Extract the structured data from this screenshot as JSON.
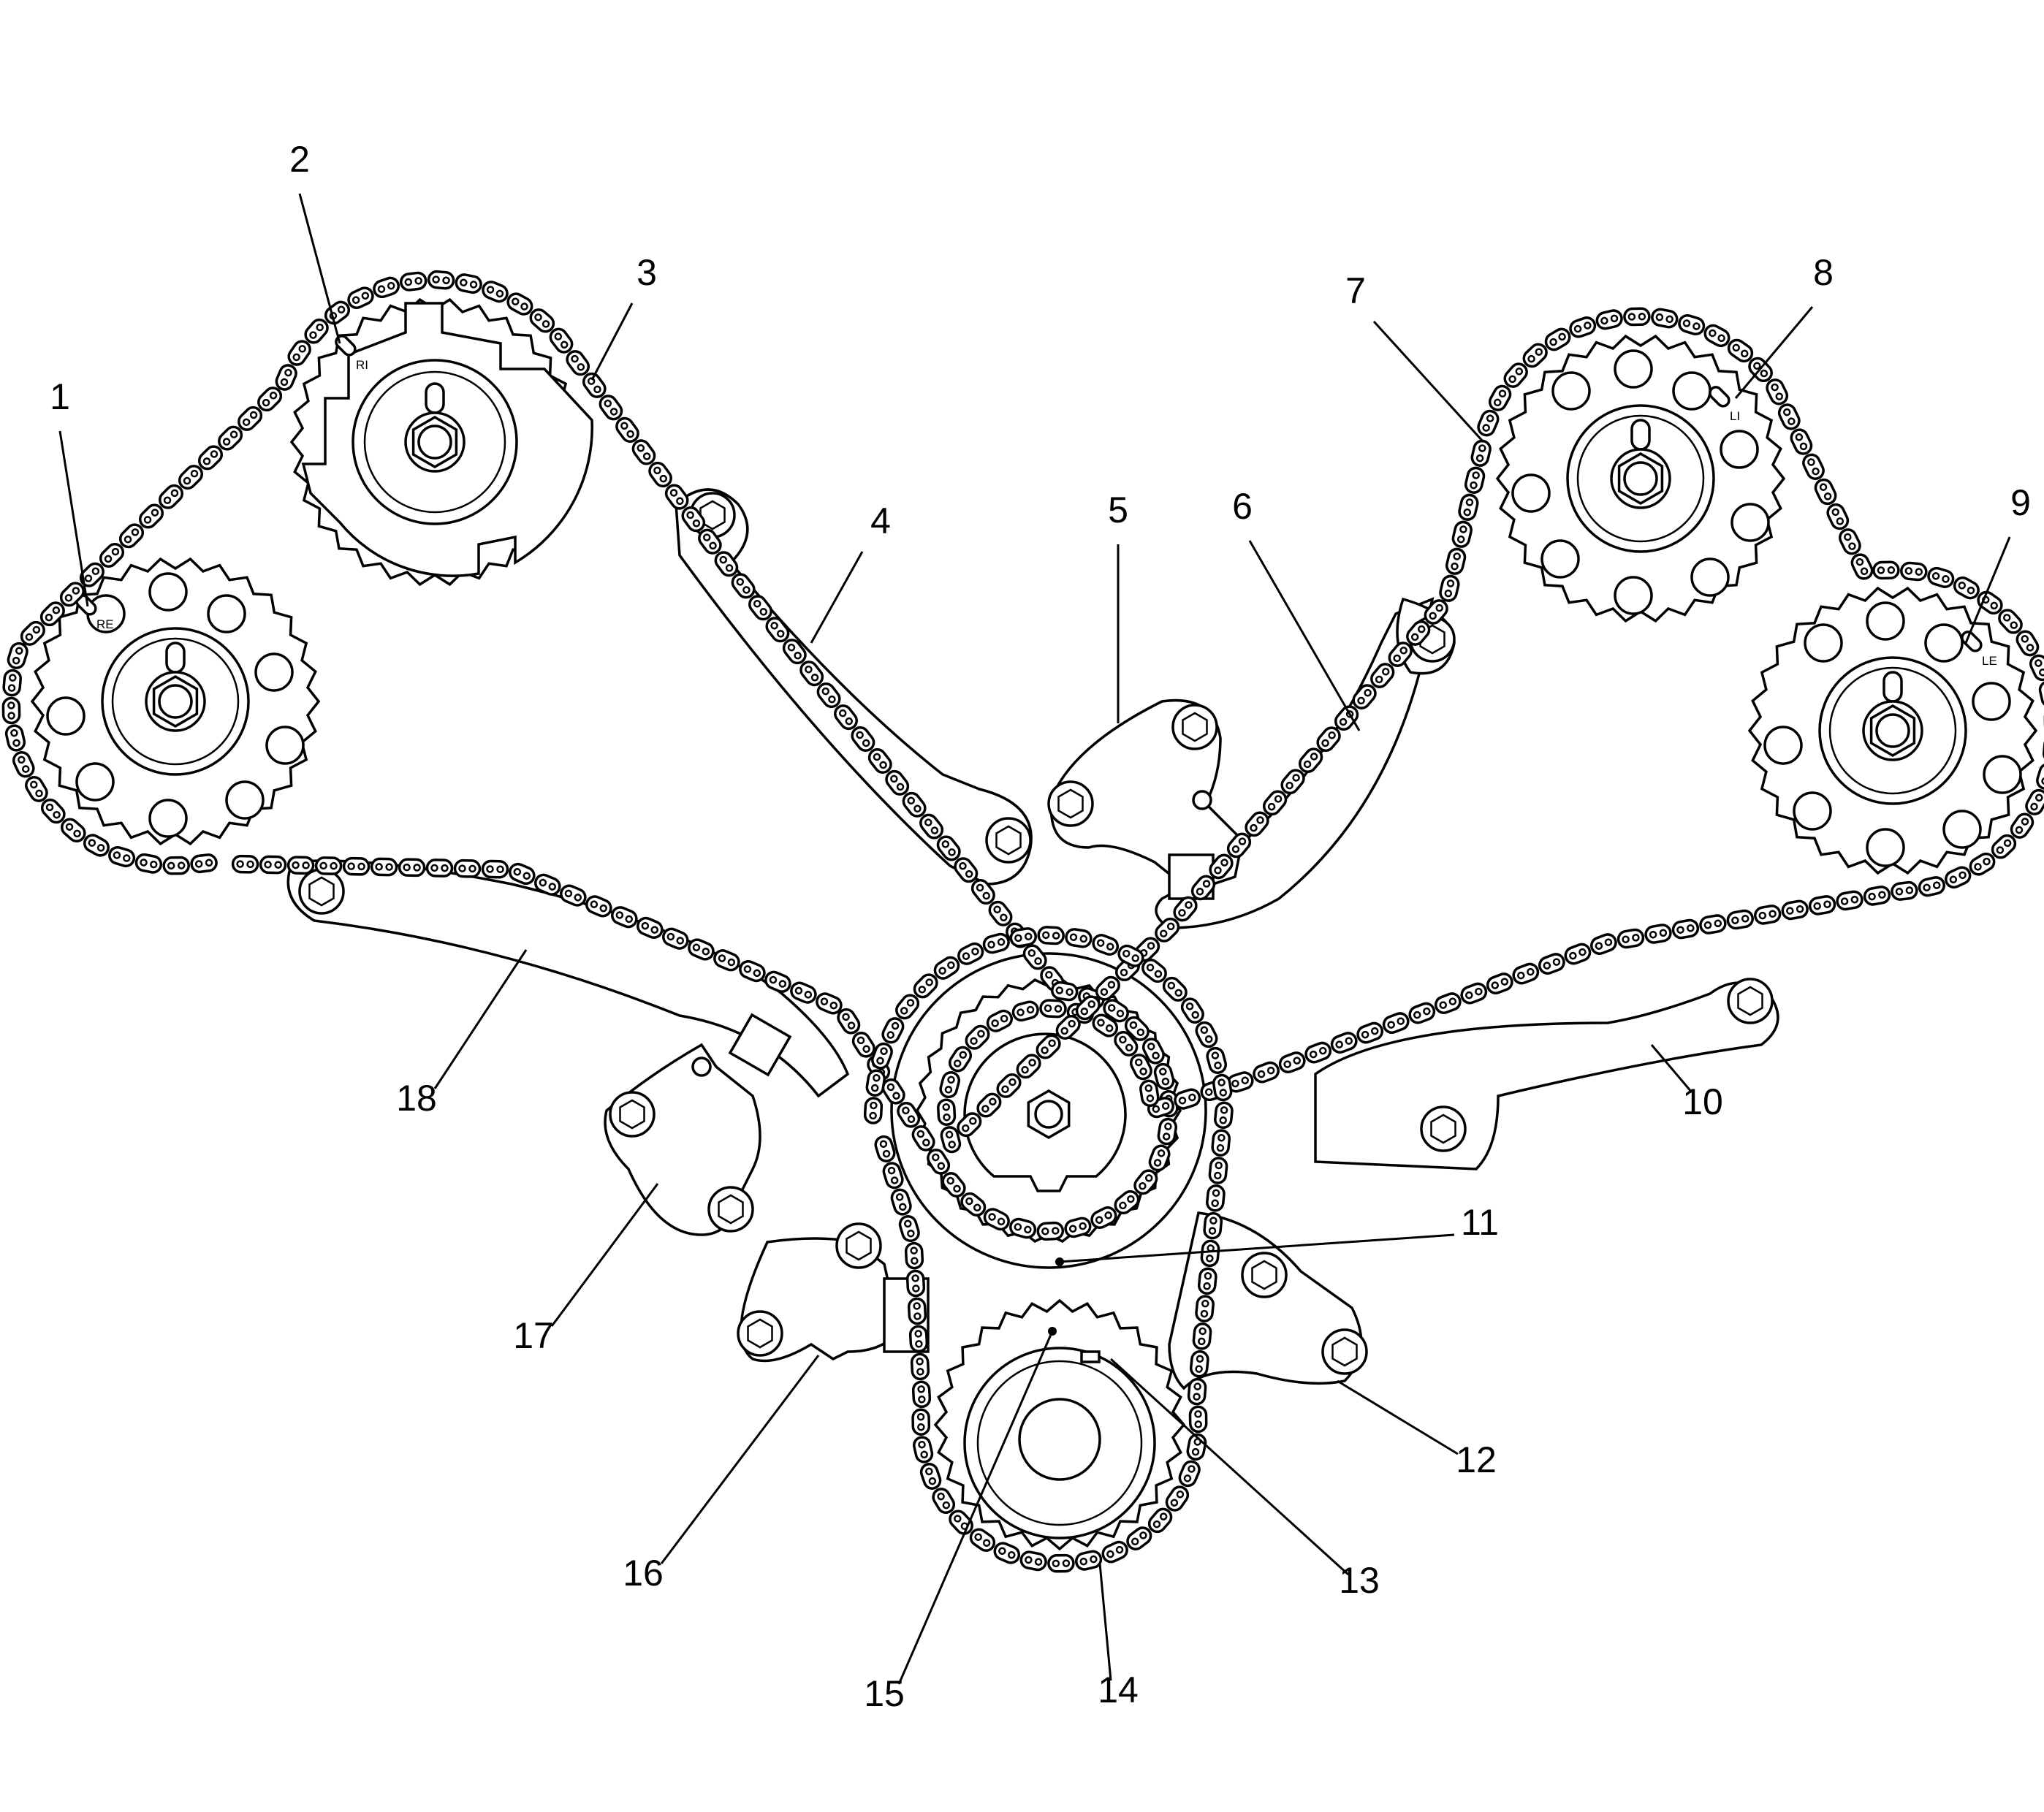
{
  "diagram": {
    "type": "timing-chain-exploded-view",
    "callouts": [
      {
        "id": "1",
        "label": "1"
      },
      {
        "id": "2",
        "label": "2"
      },
      {
        "id": "3",
        "label": "3"
      },
      {
        "id": "4",
        "label": "4"
      },
      {
        "id": "5",
        "label": "5"
      },
      {
        "id": "6",
        "label": "6"
      },
      {
        "id": "7",
        "label": "7"
      },
      {
        "id": "8",
        "label": "8"
      },
      {
        "id": "9",
        "label": "9"
      },
      {
        "id": "10",
        "label": "10"
      },
      {
        "id": "11",
        "label": "11"
      },
      {
        "id": "12",
        "label": "12"
      },
      {
        "id": "13",
        "label": "13"
      },
      {
        "id": "14",
        "label": "14"
      },
      {
        "id": "15",
        "label": "15"
      },
      {
        "id": "16",
        "label": "16"
      },
      {
        "id": "17",
        "label": "17"
      },
      {
        "id": "18",
        "label": "18"
      }
    ],
    "sprocket_marks": {
      "right_exhaust": "RE",
      "right_intake": "RI",
      "left_intake": "LI",
      "left_exhaust": "LE"
    }
  }
}
